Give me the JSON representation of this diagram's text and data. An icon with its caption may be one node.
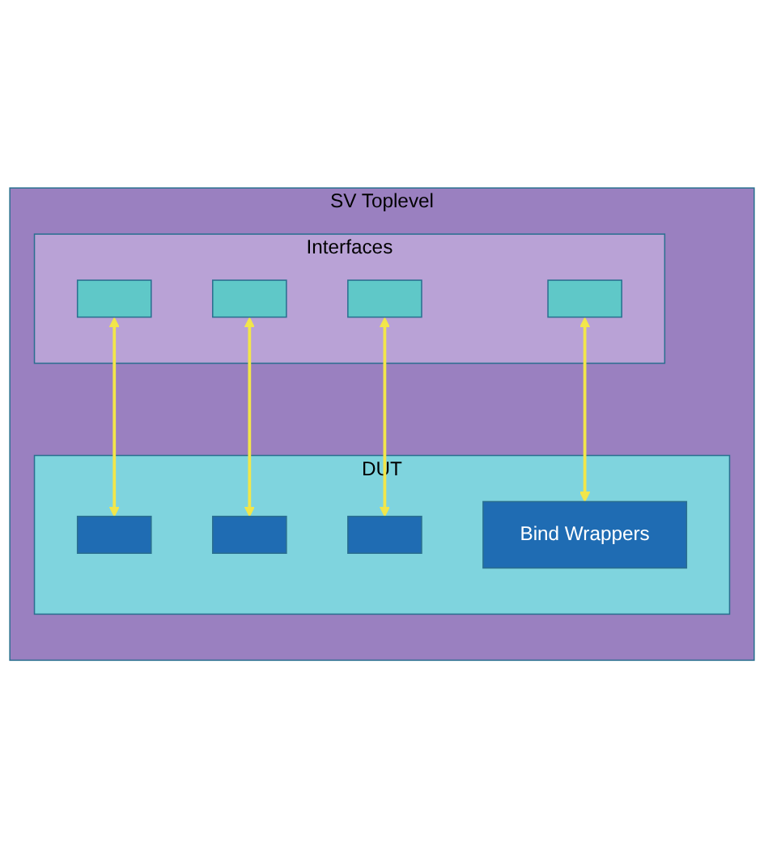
{
  "diagram": {
    "nodes": [
      {
        "text": [
          "SV Toplevel"
        ]
      },
      {
        "text": [
          "Interfaces"
        ],
        "in": 0
      },
      {
        "text": [],
        "shape": "box",
        "in": 1
      },
      {
        "text": [],
        "shape": "box",
        "in": 1
      },
      {
        "text": [],
        "shape": "box",
        "in": 1
      },
      {
        "text": [],
        "shape": "box",
        "in": 1
      },
      {
        "text": [
          "DUT"
        ],
        "in": 0
      },
      {
        "text": [],
        "shape": "box",
        "in": 6
      },
      {
        "text": [],
        "shape": "box",
        "in": 6
      },
      {
        "text": [],
        "shape": "box",
        "in": 6
      },
      {
        "text": [
          "Bind Wrappers"
        ],
        "in": 6
      }
    ],
    "edges": [
      {
        "from": 2,
        "to": 7,
        "arrow": "both",
        "color": "#f2e64a"
      },
      {
        "from": 3,
        "to": 8,
        "arrow": "both",
        "color": "#f2e64a"
      },
      {
        "from": 4,
        "to": 9,
        "arrow": "both",
        "color": "#f2e64a"
      },
      {
        "from": 5,
        "to": 10,
        "arrow": "both",
        "color": "#f2e64a"
      }
    ]
  }
}
